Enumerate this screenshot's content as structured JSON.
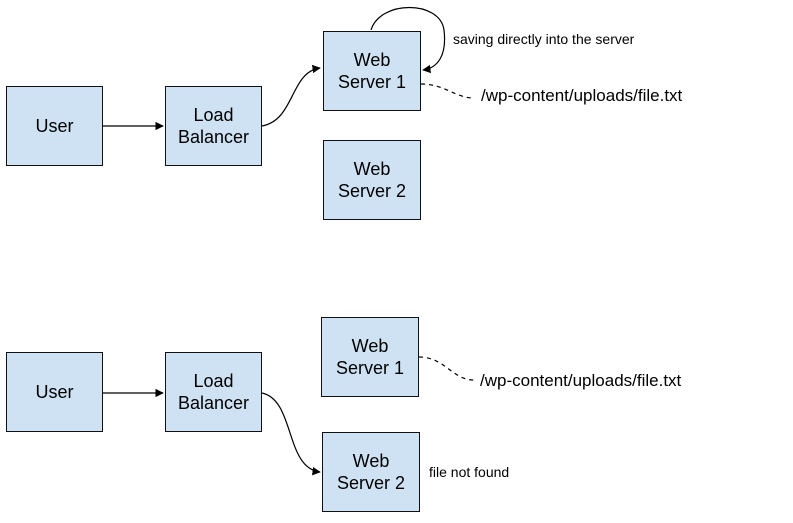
{
  "colors": {
    "box_fill": "#cfe2f3",
    "line": "#000000"
  },
  "scenario_top": {
    "user": {
      "line1": "User"
    },
    "load_balancer": {
      "line1": "Load",
      "line2": "Balancer"
    },
    "web_server_1": {
      "line1": "Web",
      "line2": "Server 1"
    },
    "web_server_2": {
      "line1": "Web",
      "line2": "Server 2"
    },
    "self_loop_note": "saving directly into the server",
    "file_path": "/wp-content/uploads/file.txt"
  },
  "scenario_bottom": {
    "user": {
      "line1": "User"
    },
    "load_balancer": {
      "line1": "Load",
      "line2": "Balancer"
    },
    "web_server_1": {
      "line1": "Web",
      "line2": "Server 1"
    },
    "web_server_2": {
      "line1": "Web",
      "line2": "Server 2"
    },
    "file_path": "/wp-content/uploads/file.txt",
    "not_found_note": "file not found"
  }
}
